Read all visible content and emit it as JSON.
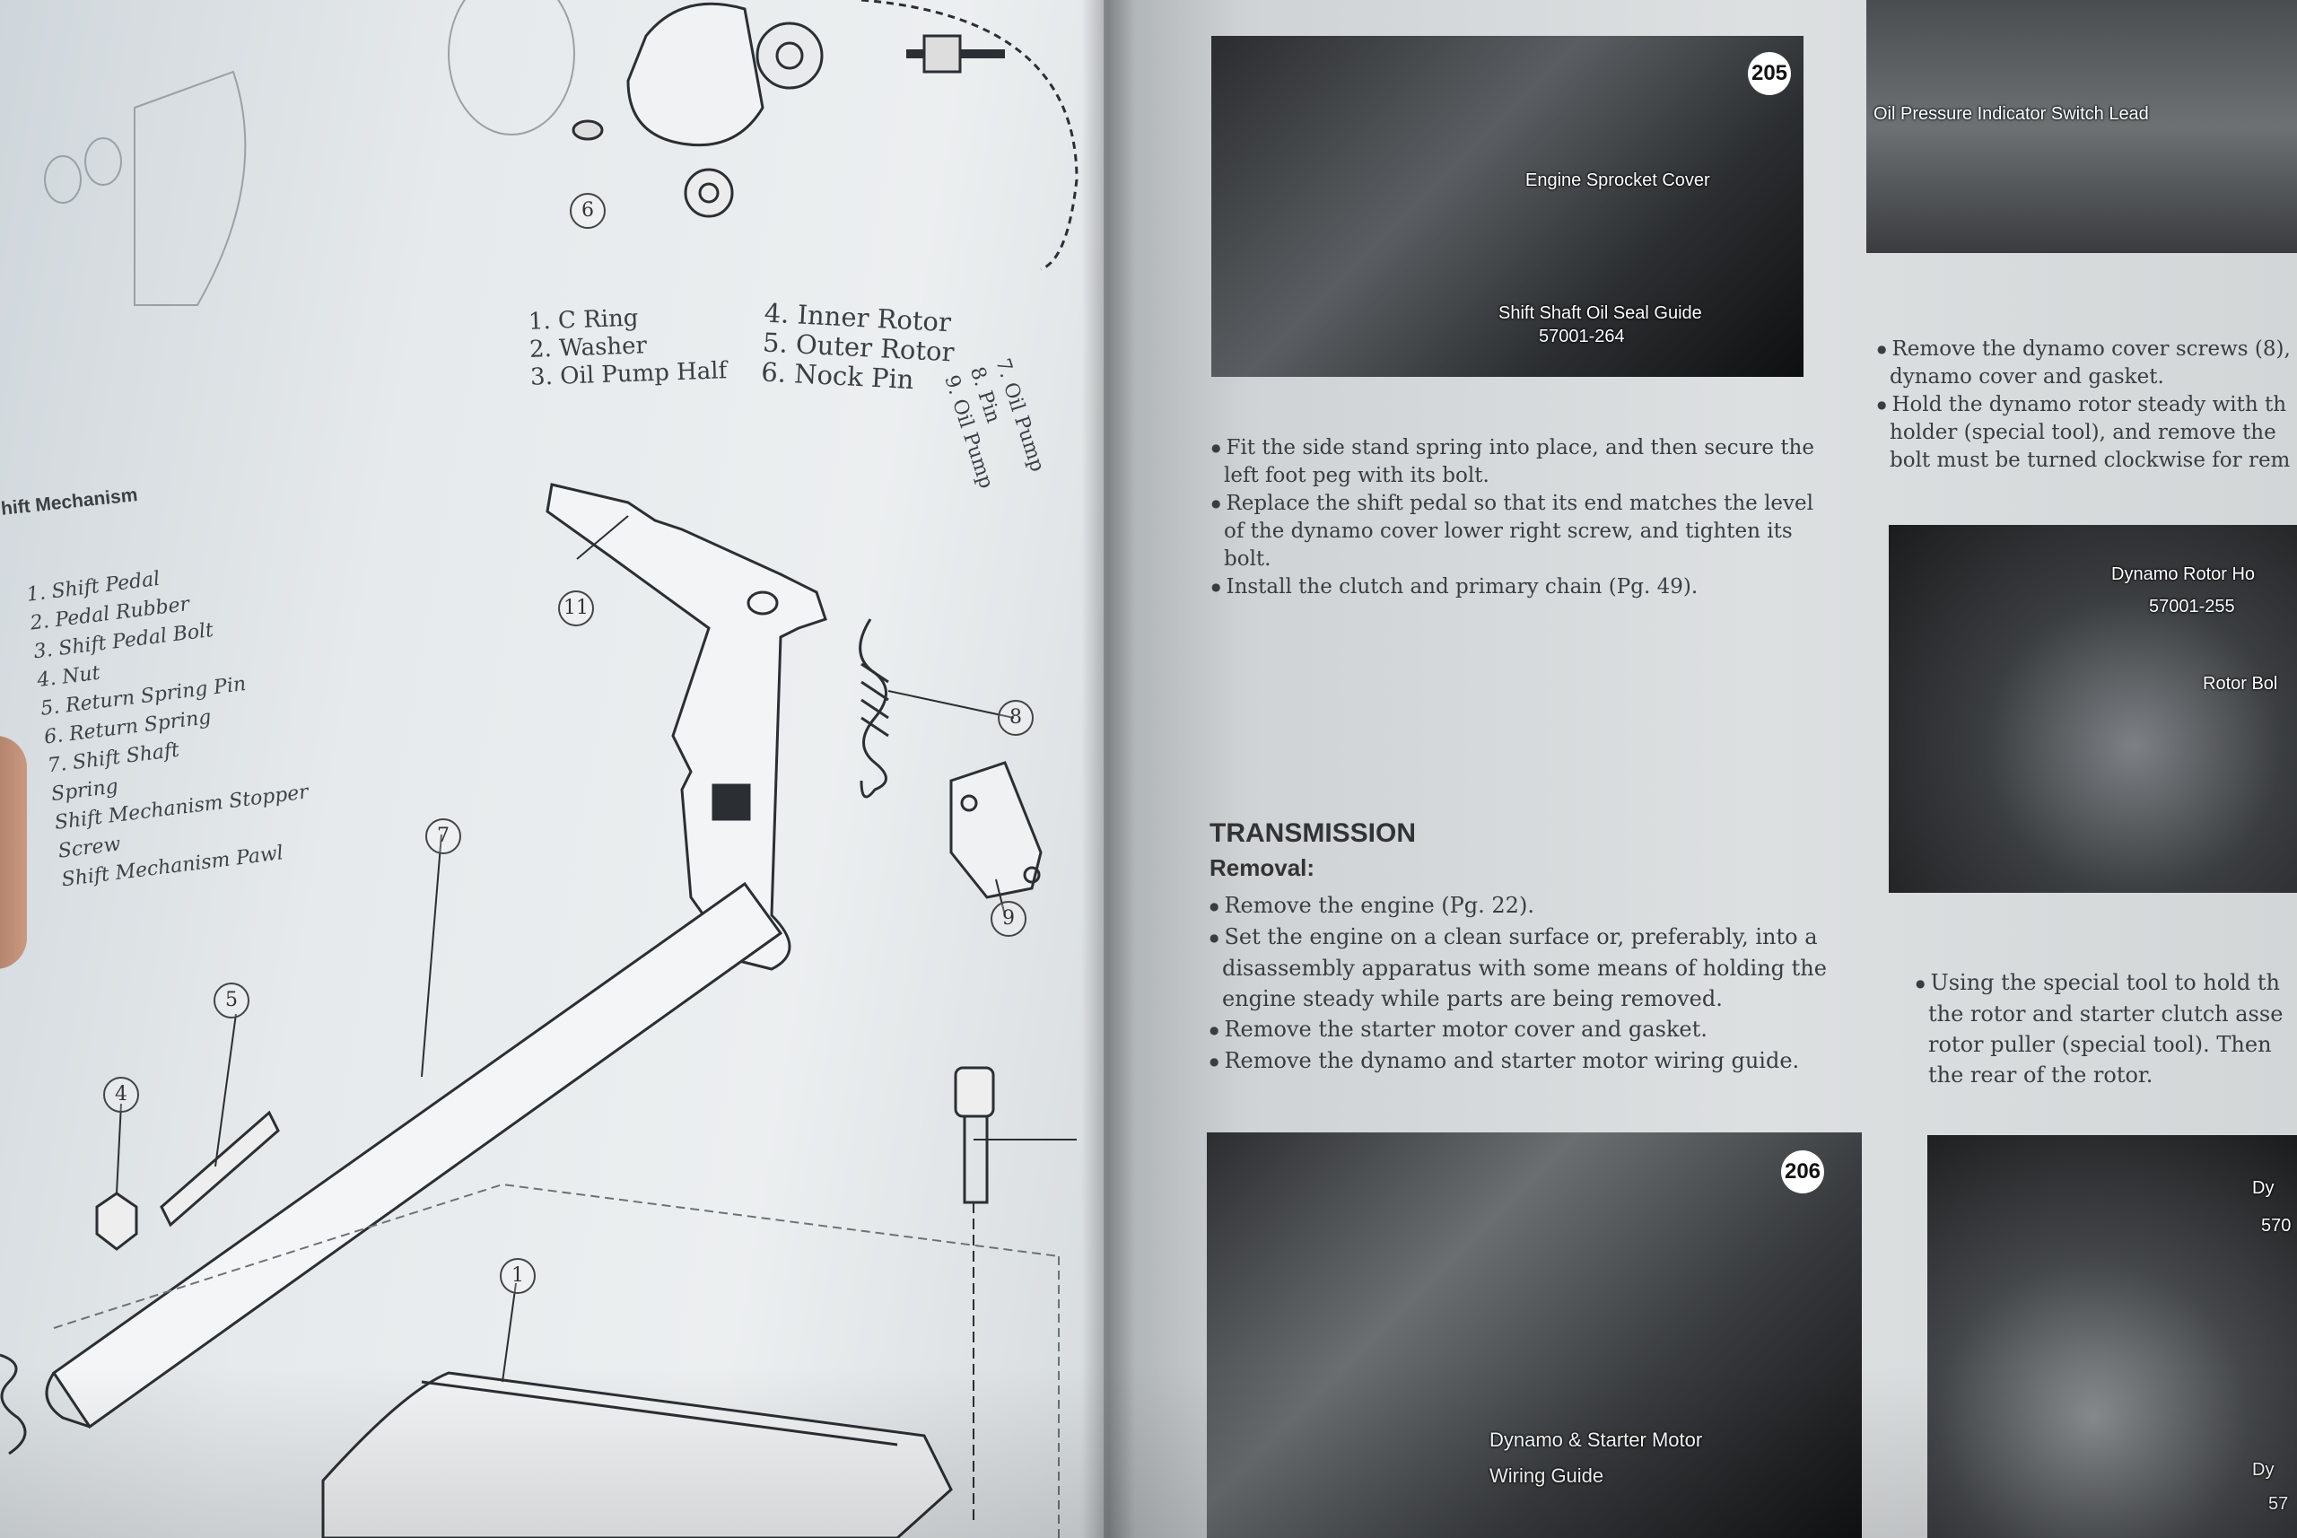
{
  "oil_pump_legend": {
    "col1": [
      "1. C Ring",
      "2. Washer",
      "3. Oil Pump Half"
    ],
    "col2": [
      "4. Inner Rotor",
      "5. Outer Rotor",
      "6. Nock Pin"
    ],
    "col3": [
      "7. Oil Pump",
      "8. Pin",
      "9. Oil Pump"
    ]
  },
  "shift_mechanism": {
    "title": "hift Mechanism",
    "items": [
      "1. Shift Pedal",
      "2. Pedal Rubber",
      "3. Shift Pedal Bolt",
      "4. Nut",
      "5. Return Spring Pin",
      "6. Return Spring",
      "7. Shift Shaft",
      "Spring",
      "Shift Mechanism Stopper",
      "Screw",
      "Shift Mechanism Pawl"
    ]
  },
  "callouts": {
    "c6": "6",
    "c11": "11",
    "c8": "8",
    "c7": "7",
    "c9": "9",
    "c5": "5",
    "c4": "4",
    "c1": "1"
  },
  "photos": {
    "fig205": {
      "number": "205",
      "label_1": "Engine Sprocket Cover",
      "label_2": "Shift Shaft Oil Seal Guide",
      "label_3": "57001-264"
    },
    "fig206": {
      "number": "206",
      "label_1": "Dynamo & Starter Motor",
      "label_2": "Wiring Guide"
    },
    "top_right": {
      "label_1": "Oil Pressure Indicator Switch Lead"
    },
    "mid_right": {
      "label_1": "Dynamo Rotor Ho",
      "label_2": "57001-255",
      "label_3": "Rotor Bol"
    },
    "bottom_right": {
      "label_1": "Dy",
      "label_2": "570",
      "label_3": "Dy",
      "label_4": "57"
    }
  },
  "text_center_top": [
    "Fit the side stand spring into place, and then secure the",
    "left foot peg with its bolt.",
    "Replace the shift pedal so that its end matches the level",
    "of the dynamo cover lower right screw, and tighten its",
    "bolt.",
    "Install the clutch and primary chain (Pg. 49)."
  ],
  "transmission": {
    "heading": "TRANSMISSION",
    "subheading": "Removal:",
    "steps": [
      "Remove the engine (Pg. 22).",
      "Set the engine on a clean surface or, preferably, into a",
      "disassembly apparatus with some means of holding the",
      "engine steady while parts are being removed.",
      "Remove the starter motor cover and gasket.",
      "Remove the dynamo and starter motor wiring guide."
    ]
  },
  "text_right_top": [
    "Remove the dynamo cover screws (8),",
    "dynamo cover and gasket.",
    "Hold the dynamo rotor steady with th",
    "holder (special tool), and remove the",
    "bolt must be turned clockwise for rem"
  ],
  "text_right_mid": [
    "Using the special tool to hold th",
    "the rotor and starter clutch asse",
    "rotor puller (special tool). Then",
    "the rear of the rotor."
  ]
}
